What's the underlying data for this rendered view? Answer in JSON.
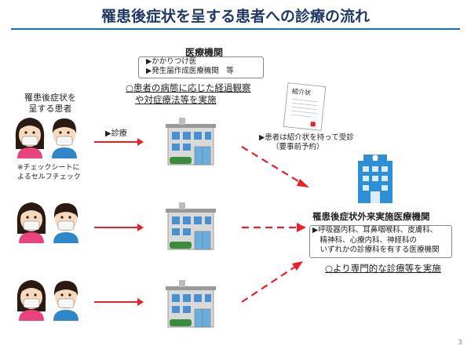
{
  "slide": {
    "title": "罹患後症状を呈する患者への診療の流れ",
    "page_number": "3"
  },
  "patients": {
    "label_line1": "罹患後症状を",
    "label_line2": "呈する患者",
    "checksheet_line1": "※チェックシートに",
    "checksheet_line2": "よるセルフチェック"
  },
  "flow": {
    "consult_label": "▶診療",
    "referral_line1": "▶患者は紹介状を持って受診",
    "referral_line2": "（要事前予約）"
  },
  "medical_institution": {
    "heading": "医療機関",
    "items": [
      "▶かかりつけ医",
      "▶発生届作成医療機関　等"
    ],
    "note_line1": "○患者の病態に応じた経過観察",
    "note_line2": "や対症療法等を実施"
  },
  "letter": {
    "title": "紹介状"
  },
  "outpatient": {
    "heading": "罹患後症状外来実施医療機関",
    "items": [
      "▶呼吸器内科、耳鼻咽喉科、皮膚科、",
      "　精神科、心療内科、神経科の",
      "　いずれかの診療科を有する医療機関"
    ],
    "note": "○より専門的な診療等を実施"
  },
  "colors": {
    "arrow": "#e8202a",
    "title": "#1f3864",
    "rule": "#1f6fb5",
    "hospital": "#2f8fd6"
  }
}
